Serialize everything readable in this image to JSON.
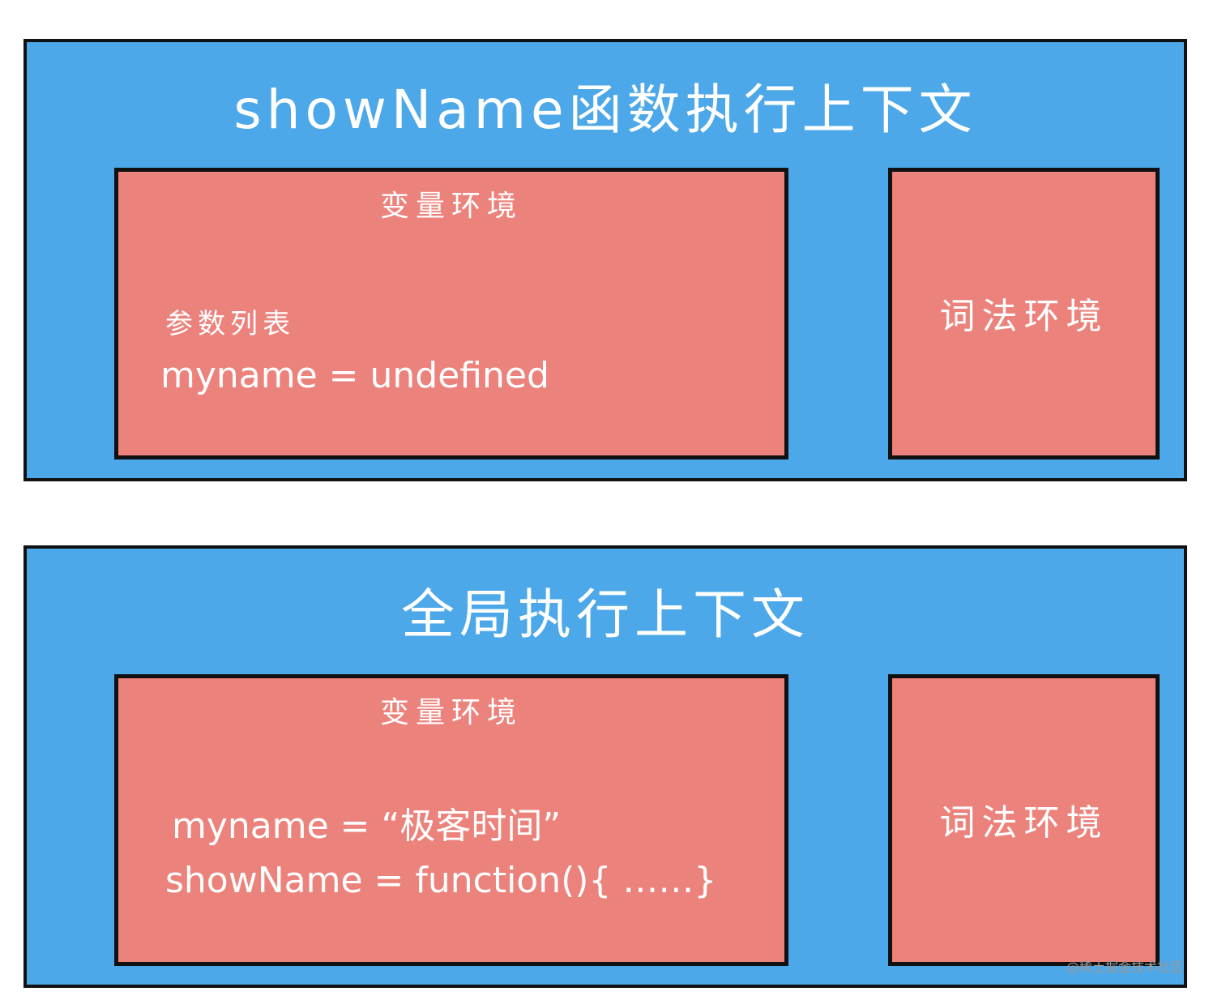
{
  "function_context": {
    "title": "showName函数执行上下文",
    "variable_environment": {
      "title": "变量环境",
      "param_label": "参数列表",
      "entries": [
        "myname = undefined"
      ]
    },
    "lexical_environment": {
      "title": "词法环境"
    }
  },
  "global_context": {
    "title": "全局执行上下文",
    "variable_environment": {
      "title": "变量环境",
      "entries": [
        "myname = “极客时间”",
        "showName = function(){ ……}"
      ]
    },
    "lexical_environment": {
      "title": "词法环境"
    }
  },
  "watermark": "@稀土掘金技术社区",
  "colors": {
    "context_fill": "#4ca8e8",
    "environment_fill": "#ec827c",
    "border": "#111111",
    "text": "#ffffff"
  }
}
